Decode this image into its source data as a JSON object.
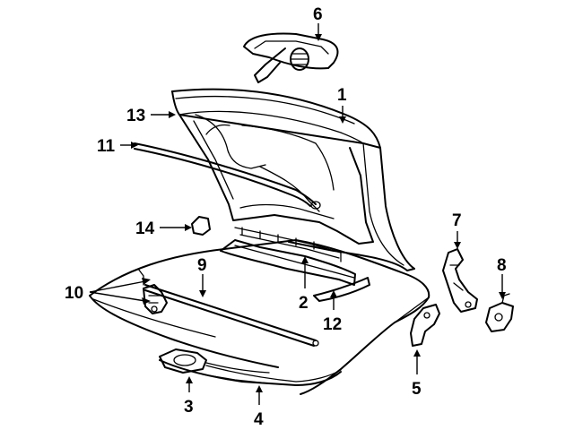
{
  "diagram": {
    "callouts": [
      {
        "id": "c1",
        "label": "1"
      },
      {
        "id": "c2",
        "label": "2"
      },
      {
        "id": "c3",
        "label": "3"
      },
      {
        "id": "c4",
        "label": "4"
      },
      {
        "id": "c5",
        "label": "5"
      },
      {
        "id": "c6",
        "label": "6"
      },
      {
        "id": "c7",
        "label": "7"
      },
      {
        "id": "c8",
        "label": "8"
      },
      {
        "id": "c9",
        "label": "9"
      },
      {
        "id": "c10",
        "label": "10"
      },
      {
        "id": "c11",
        "label": "11"
      },
      {
        "id": "c12",
        "label": "12"
      },
      {
        "id": "c13",
        "label": "13"
      },
      {
        "id": "c14",
        "label": "14"
      }
    ]
  }
}
